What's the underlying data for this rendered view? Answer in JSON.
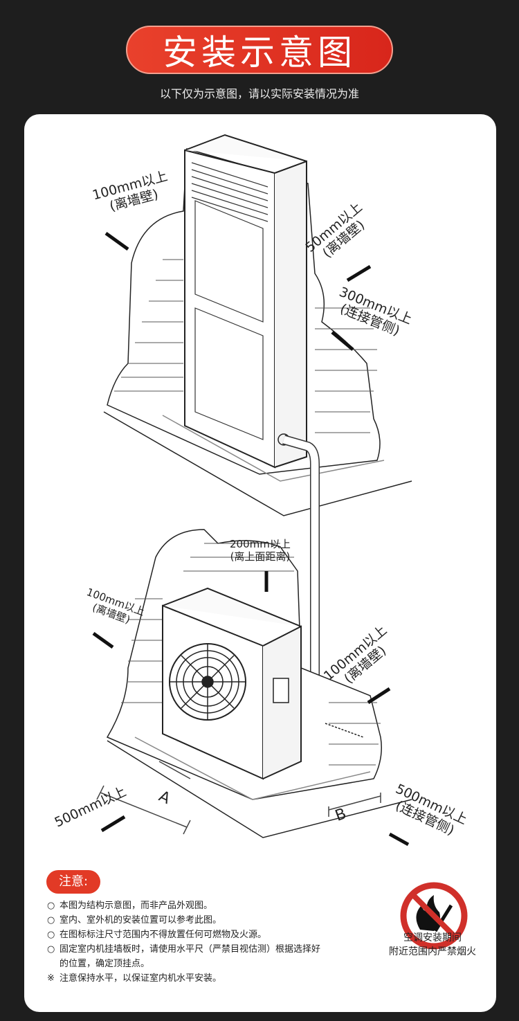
{
  "header": {
    "title": "安装示意图",
    "subtitle": "以下仅为示意图，请以实际安装情况为准"
  },
  "diagram": {
    "indoor_left": {
      "dist": "100mm以上",
      "note": "(离墙壁)"
    },
    "indoor_back": {
      "dist": "50mm以上",
      "note": "(离墙壁)"
    },
    "indoor_side": {
      "dist": "300mm以上",
      "note": "(连接管侧)"
    },
    "outdoor_top": {
      "dist": "200mm以上",
      "note": "(离上面距离)"
    },
    "outdoor_left": {
      "dist": "100mm以上",
      "note": "(离墙壁)"
    },
    "outdoor_back": {
      "dist": "100mm以上",
      "note": "(离墙壁)"
    },
    "outdoor_front": {
      "dist": "500mm以上"
    },
    "outdoor_side": {
      "dist": "500mm以上",
      "note": "(连接管侧)"
    },
    "dim_a": "A",
    "dim_b": "B"
  },
  "notes": {
    "badge": "注意:",
    "items": [
      {
        "bullet": "○",
        "text": "本图为结构示意图，而非产品外观图。"
      },
      {
        "bullet": "○",
        "text": "室内、室外机的安装位置可以参考此图。"
      },
      {
        "bullet": "○",
        "text": "在图标标注尺寸范围内不得放置任何可燃物及火源。"
      },
      {
        "bullet": "○",
        "text": "固定室内机挂墙板时，请使用水平尺（严禁目视估测）根据选择好的位置，确定顶挂点。"
      },
      {
        "bullet": "※",
        "text": "注意保持水平，以保证室内机水平安装。"
      }
    ],
    "fire_line1": "空调安装期间",
    "fire_line2": "附近范围内严禁烟火"
  },
  "colors": {
    "accent": "#e23a26",
    "background": "#1e1e1e"
  }
}
